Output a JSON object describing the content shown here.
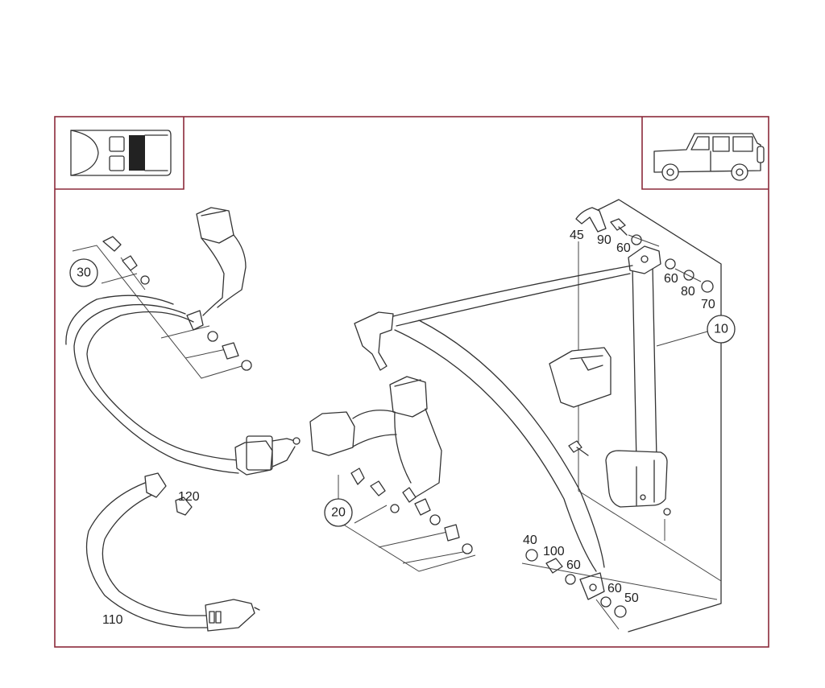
{
  "callouts": {
    "c10": "10",
    "c20": "20",
    "c30": "30"
  },
  "labels": {
    "l40": "40",
    "l45": "45",
    "l50": "50",
    "l60a": "60",
    "l60b": "60",
    "l60c": "60",
    "l60d": "60",
    "l70": "70",
    "l80": "80",
    "l90": "90",
    "l100": "100",
    "l110": "110",
    "l120": "120"
  },
  "colors": {
    "frame": "#8b2a3a",
    "line": "#333333"
  },
  "icons": {
    "seat_layout": "seat-layout-icon",
    "vehicle": "vehicle-icon"
  }
}
